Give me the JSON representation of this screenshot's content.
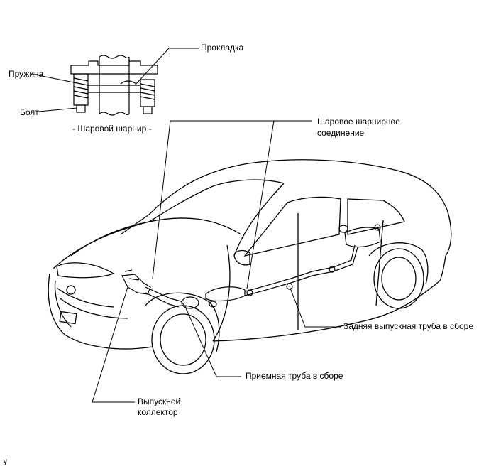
{
  "diagram": {
    "inset_caption": "- Шаровой шарнир -",
    "labels": {
      "gasket": "Прокладка",
      "spring": "Пружина",
      "bolt": "Болт",
      "ball_joint_line1": "Шаровое шарнирное",
      "ball_joint_line2": "соединение",
      "rear_pipe": "Задняя выпускная труба в сборе",
      "front_pipe": "Приемная труба в сборе",
      "manifold_line1": "Выпускной",
      "manifold_line2": "коллектор"
    },
    "corner_mark": "Y"
  }
}
